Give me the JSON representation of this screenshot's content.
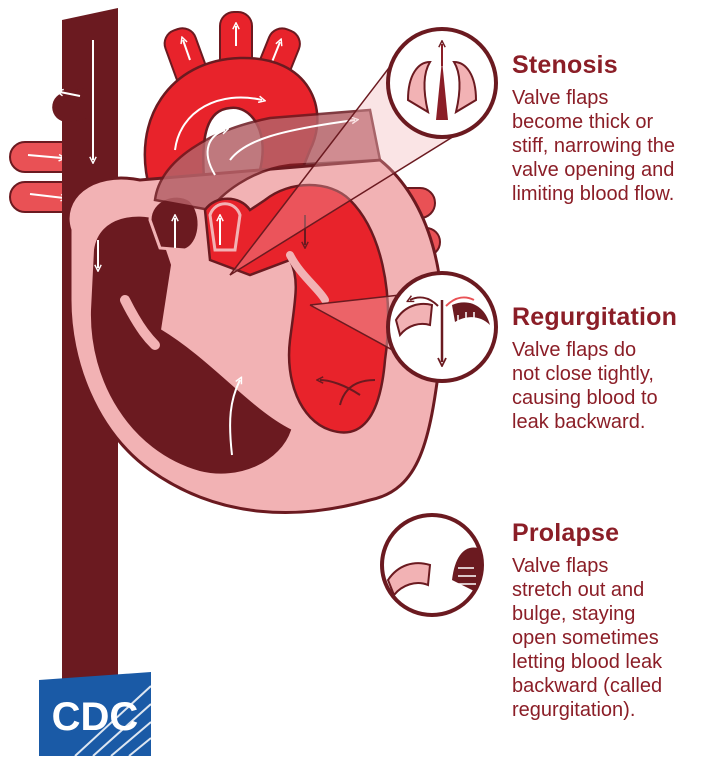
{
  "conditions": [
    {
      "title": "Stenosis",
      "lines": [
        "Valve flaps",
        "become thick or",
        "stiff, narrowing the",
        "valve opening and",
        "limiting blood flow."
      ]
    },
    {
      "title": "Regurgitation",
      "lines": [
        "Valve flaps do",
        "not close tightly,",
        "causing blood to",
        "leak backward."
      ]
    },
    {
      "title": "Prolapse",
      "lines": [
        "Valve flaps",
        "stretch out and",
        "bulge, staying",
        "open sometimes",
        "letting blood leak",
        "backward (called",
        "regurgitation)."
      ]
    }
  ],
  "logo": {
    "text": "CDC"
  },
  "colors": {
    "dark_maroon": "#6b1a20",
    "accent_text": "#8b1e27",
    "bright_red": "#e8232b",
    "mid_red": "#c41e26",
    "vessel_red": "#e95155",
    "pink": "#f2b2b4",
    "logo_blue": "#1a5aa6"
  }
}
